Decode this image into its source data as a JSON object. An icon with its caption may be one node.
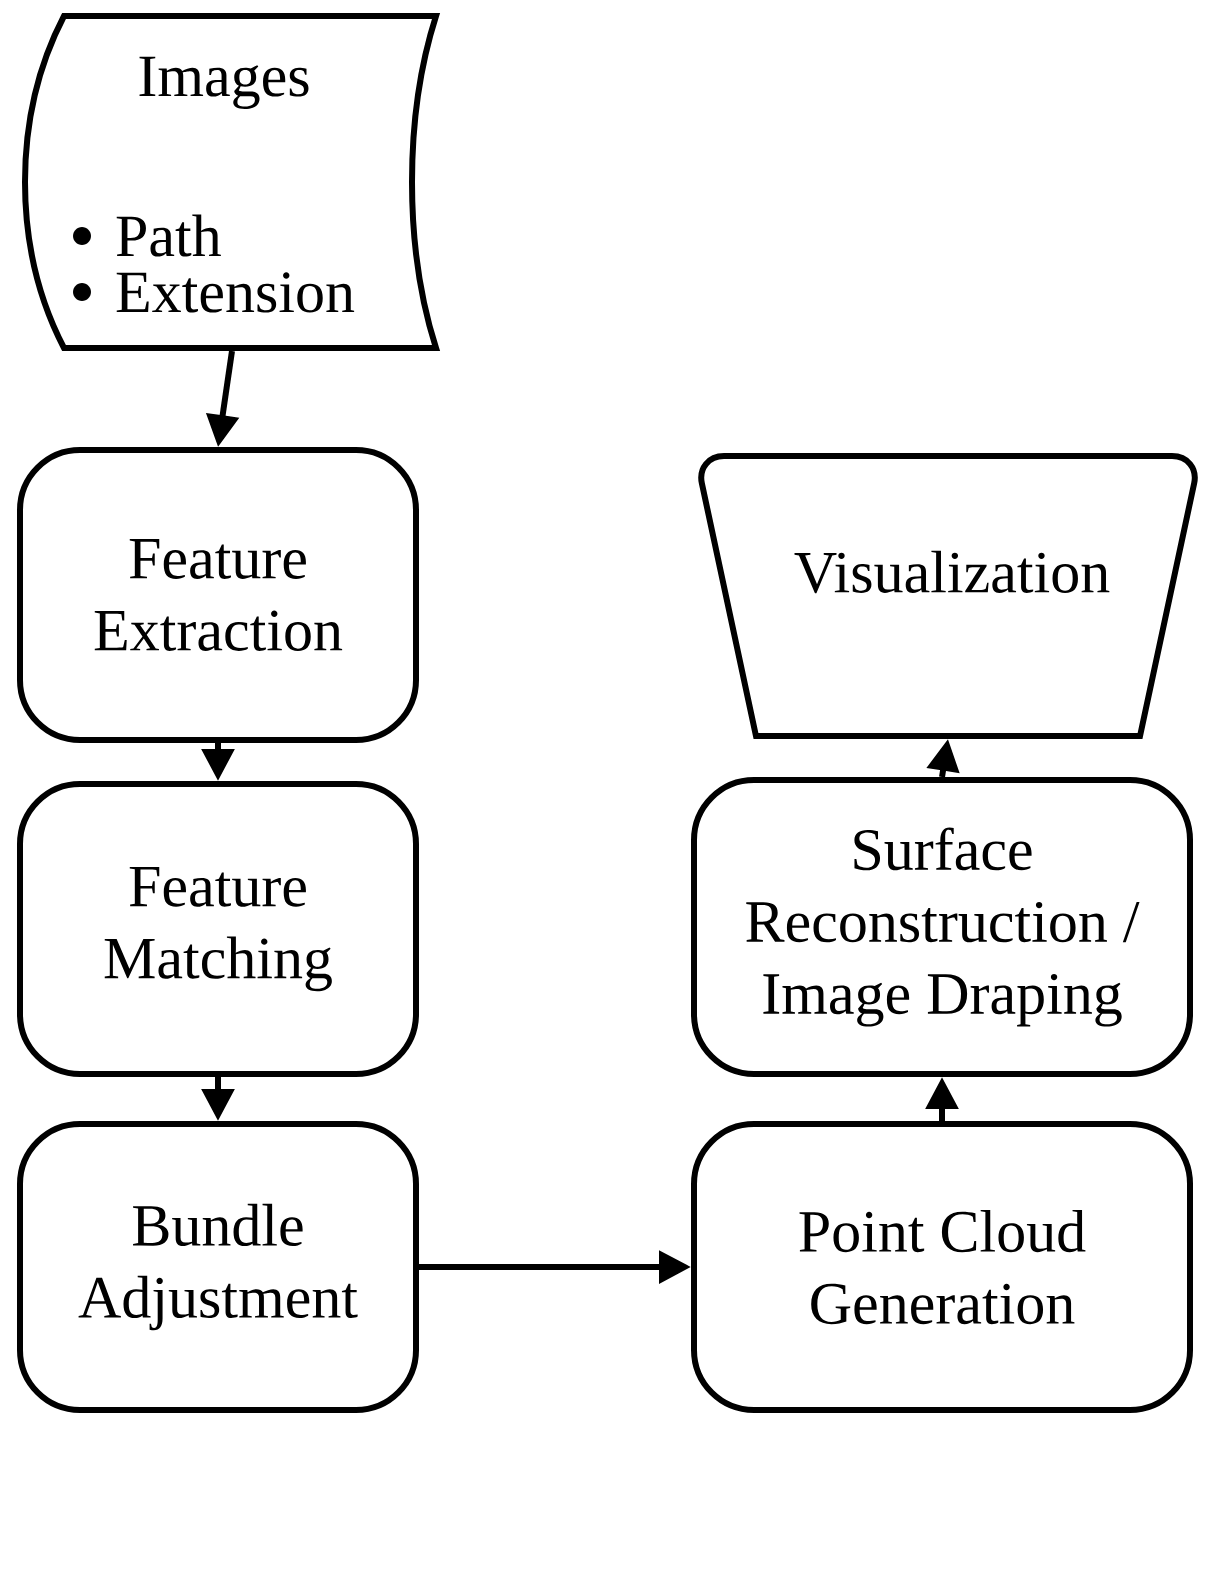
{
  "diagram": {
    "nodes": [
      {
        "text": [
          "Images",
          "Path",
          "Extension"
        ]
      },
      {
        "text": [
          "Feature Extraction"
        ]
      },
      {
        "text": [
          "Feature Matching"
        ]
      },
      {
        "text": [
          "Bundle Adjustment"
        ]
      },
      {
        "text": [
          "Point Cloud Generation"
        ]
      },
      {
        "text": [
          "Surface Reconstruction / Image Draping"
        ]
      },
      {
        "text": [
          "Visualization"
        ]
      }
    ],
    "edges": [
      {
        "from": 0,
        "to": 1,
        "arrow": "to"
      },
      {
        "from": 1,
        "to": 2,
        "arrow": "to"
      },
      {
        "from": 2,
        "to": 3,
        "arrow": "to"
      },
      {
        "from": 3,
        "to": 4,
        "arrow": "to"
      },
      {
        "from": 4,
        "to": 5,
        "arrow": "to"
      },
      {
        "from": 5,
        "to": 6,
        "arrow": "to"
      }
    ]
  }
}
